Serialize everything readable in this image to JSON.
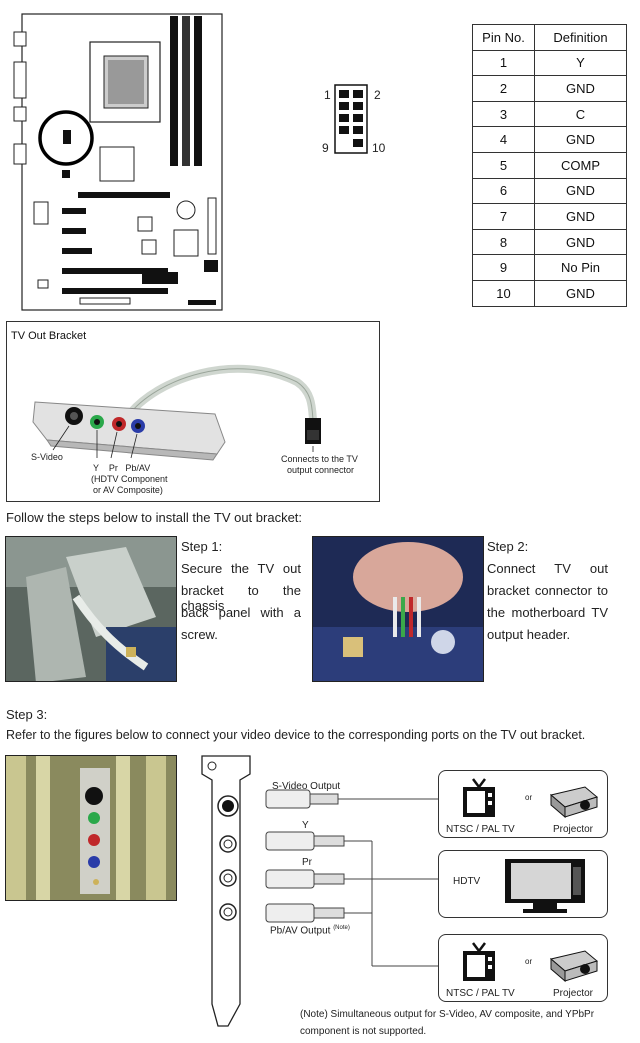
{
  "header_diagram": {
    "pin_labels": [
      "1",
      "2",
      "9",
      "10"
    ]
  },
  "pin_table": {
    "headers": [
      "Pin No.",
      "Definition"
    ],
    "rows": [
      [
        "1",
        "Y"
      ],
      [
        "2",
        "GND"
      ],
      [
        "3",
        "C"
      ],
      [
        "4",
        "GND"
      ],
      [
        "5",
        "COMP"
      ],
      [
        "6",
        "GND"
      ],
      [
        "7",
        "GND"
      ],
      [
        "8",
        "GND"
      ],
      [
        "9",
        "No Pin"
      ],
      [
        "10",
        "GND"
      ]
    ]
  },
  "bracket": {
    "title": "TV Out Bracket",
    "svideo_label": "S-Video",
    "ports_label": "Y    Pr   Pb/AV",
    "ports_sub1": "(HDTV Component",
    "ports_sub2": "or AV Composite)",
    "connector_label1": "Connects to the TV",
    "connector_label2": "output connector"
  },
  "intro_text": "Follow the steps below to install the TV out bracket:",
  "step1": {
    "title": "Step 1:",
    "lines": [
      "Secure the TV out",
      "bracket to the chassis",
      "back panel with a",
      "screw."
    ]
  },
  "step2": {
    "title": "Step 2:",
    "lines": [
      "Connect TV out",
      "bracket connector to",
      "the motherboard TV",
      "output header."
    ]
  },
  "step3": {
    "title": "Step 3:",
    "text": "Refer to the figures below to connect your video device to the corresponding ports on the TV out bracket."
  },
  "connections": {
    "svideo_output": "S-Video Output",
    "y_label": "Y",
    "pr_label": "Pr",
    "pbav_output": "Pb/AV Output",
    "note_sup": "(Note)",
    "or1": "or",
    "or2": "or",
    "tv1": "NTSC / PAL TV",
    "projector1": "Projector",
    "hdtv": "HDTV",
    "tv2": "NTSC / PAL TV",
    "projector2": "Projector",
    "note_line1": "(Note) Simultaneous output for S-Video, AV composite, and YPbPr",
    "note_line2": "component is not supported."
  }
}
